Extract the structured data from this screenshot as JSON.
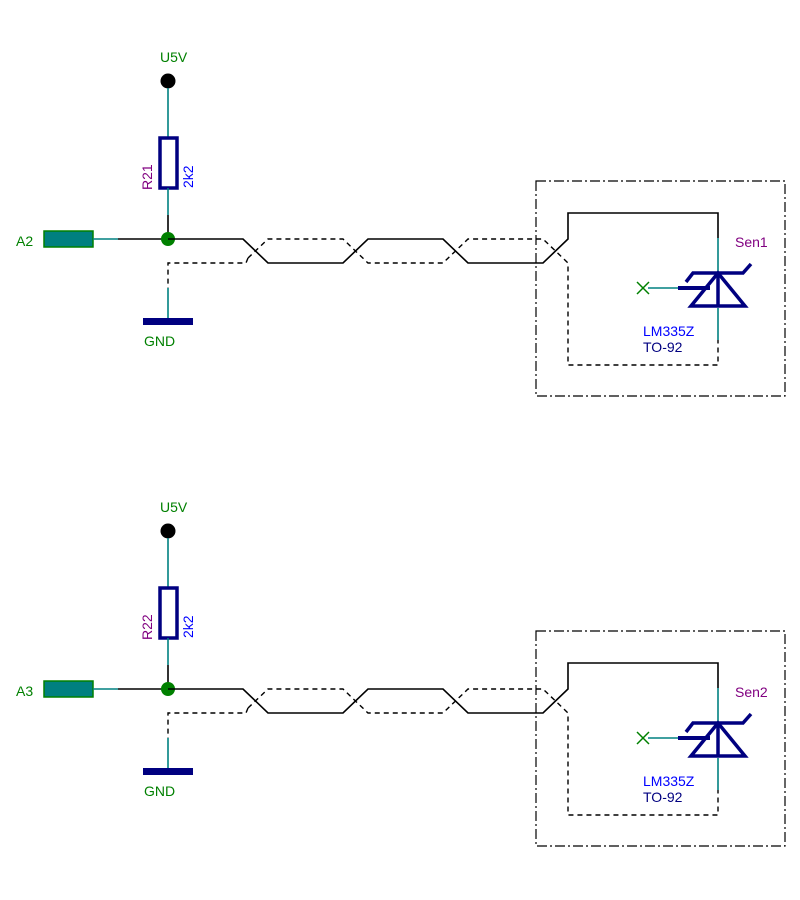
{
  "diagram": {
    "title": "Temperature sensor inputs",
    "colors": {
      "wire": "#000000",
      "pin": "#008080",
      "component": "#000080",
      "net_label": "#008000",
      "ref_label": "#800080",
      "value_label": "#0000ff",
      "junction": "#008000",
      "supply_dot": "#000000",
      "connector_fill": "#008080"
    },
    "circuits": [
      {
        "connector": {
          "label": "A2",
          "icon": "connector-pin-icon"
        },
        "supply": {
          "label": "U5V",
          "icon": "supply-dot-icon"
        },
        "resistor": {
          "ref": "R21",
          "value": "2k2",
          "icon": "resistor-icon"
        },
        "ground": {
          "label": "GND",
          "icon": "ground-bar-icon"
        },
        "cable": {
          "type": "twisted shielded pair",
          "icon": "twisted-pair-icon"
        },
        "sensor": {
          "ref": "Sen1",
          "part": "LM335Z",
          "package": "TO-92",
          "icon": "zener-sensor-icon",
          "nc_icon": "no-connect-x-icon"
        }
      },
      {
        "connector": {
          "label": "A3",
          "icon": "connector-pin-icon"
        },
        "supply": {
          "label": "U5V",
          "icon": "supply-dot-icon"
        },
        "resistor": {
          "ref": "R22",
          "value": "2k2",
          "icon": "resistor-icon"
        },
        "ground": {
          "label": "GND",
          "icon": "ground-bar-icon"
        },
        "cable": {
          "type": "twisted shielded pair",
          "icon": "twisted-pair-icon"
        },
        "sensor": {
          "ref": "Sen2",
          "part": "LM335Z",
          "package": "TO-92",
          "icon": "zener-sensor-icon",
          "nc_icon": "no-connect-x-icon"
        }
      }
    ]
  }
}
